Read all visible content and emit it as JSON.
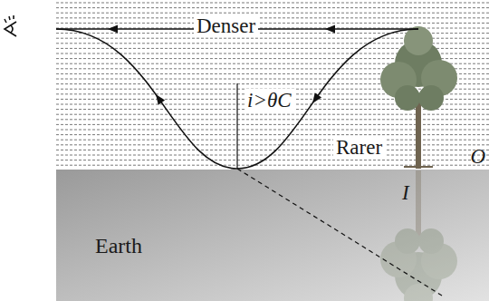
{
  "diagram": {
    "nodes": [
      {
        "text": [
          "Earth"
        ]
      }
    ],
    "labels": [
      "Denser",
      "i>θC",
      "Rarer",
      "O",
      "I"
    ]
  }
}
